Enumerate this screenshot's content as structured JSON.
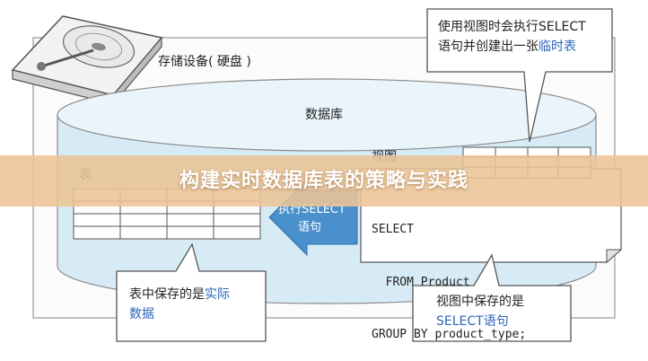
{
  "storage_label": "存储设备( 硬盘 )",
  "db_label": "数据库",
  "table_label": "表",
  "view_label": "视图",
  "arrow_text_line1": "执行SELECT",
  "arrow_text_line2": "语句",
  "sql": {
    "line1": "SELECT",
    "line2": "  FROM Product",
    "line3": "GROUP BY product_type;"
  },
  "callout_top": {
    "line1": "使用视图时会执行SELECT",
    "line2_plain": "语句并创建出一张",
    "line2_highlight": "临时表"
  },
  "callout_left": {
    "line1_plain": "表中保存的是",
    "line1_highlight": "实际",
    "line2_highlight": "数据"
  },
  "callout_right": {
    "line1": "视图中保存的是",
    "line2_highlight": "SELECT语句"
  },
  "banner_title": "构建实时数据库表的策略与实践",
  "colors": {
    "accent_blue": "#2c64b8",
    "cylinder_fill": "#d7ebf7",
    "arrow_blue": "#4a90cc",
    "banner": "#ecc496"
  }
}
